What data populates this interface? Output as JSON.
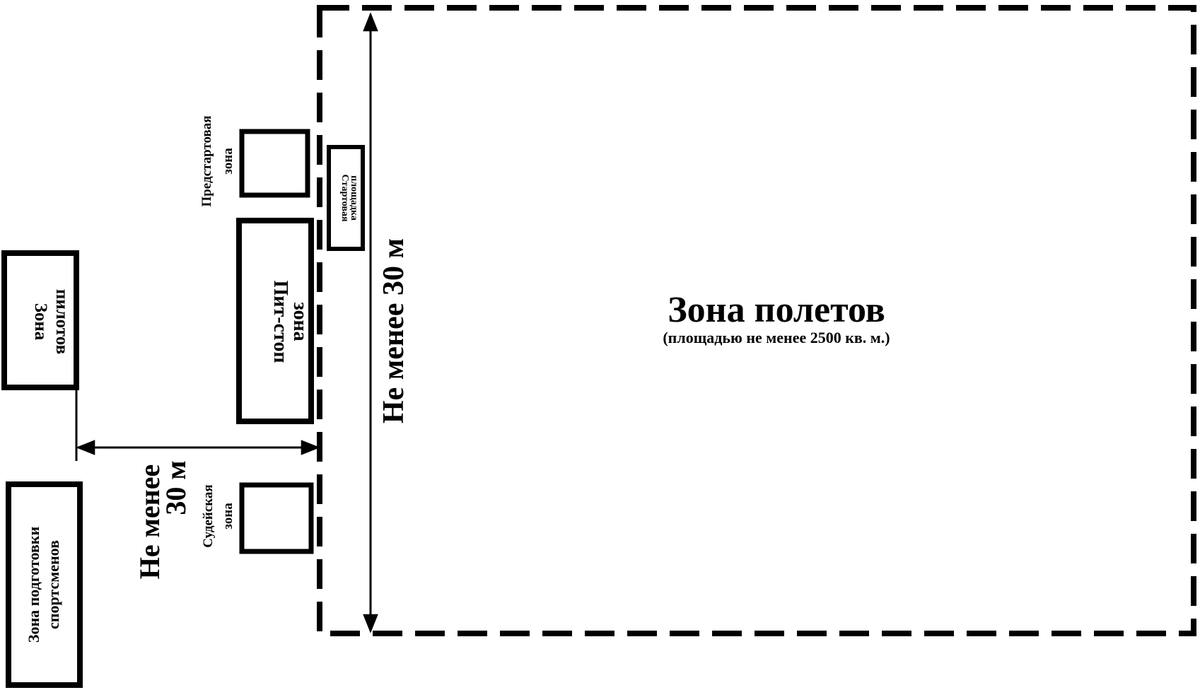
{
  "diagram": {
    "flight_zone": {
      "title": "Зона полетов",
      "subtitle": "(площадью не менее 2500 кв. м.)"
    },
    "pilots_zone": {
      "line1": "Зона",
      "line2": "пилотов"
    },
    "preparation_zone": {
      "line1": "Зона подготовки",
      "line2": "спортсменов"
    },
    "prestart_zone": {
      "line1": "Предстартовая",
      "line2": "зона"
    },
    "start_pad": {
      "line1": "Стартовая",
      "line2": "площадка"
    },
    "pitstop_zone": {
      "line1": "Пит-стоп",
      "line2": "зона"
    },
    "judges_zone": {
      "line1": "Судейская",
      "line2": "зона"
    },
    "distance_horizontal": {
      "line1": "Не менее",
      "line2": "30 м"
    },
    "distance_vertical": {
      "text": "Не менее 30 м"
    }
  }
}
